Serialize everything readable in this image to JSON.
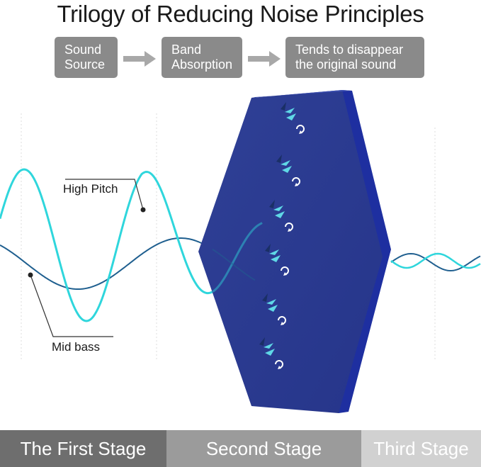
{
  "title": "Trilogy of Reducing Noise Principles",
  "flow": {
    "step1": [
      "Sound",
      "Source"
    ],
    "step2": [
      "Band",
      "Absorption"
    ],
    "step3": [
      "Tends to disappear",
      "the original sound"
    ]
  },
  "labels": {
    "high_pitch": "High Pitch",
    "mid_bass": "Mid bass"
  },
  "stages": {
    "first": "The First Stage",
    "second": "Second Stage",
    "third": "Third Stage"
  },
  "colors": {
    "high_pitch_wave": "#2fd6dc",
    "mid_bass_wave": "#1f5f8f",
    "panel": "#2a3b8f",
    "step_box": "#8a8a8a",
    "stage_first": "#6e6e6e",
    "stage_second": "#9b9b9b",
    "stage_third": "#d1d1d1"
  },
  "icons": [
    "arrow-right-icon",
    "absorption-arrow-icon",
    "swirl-icon"
  ]
}
